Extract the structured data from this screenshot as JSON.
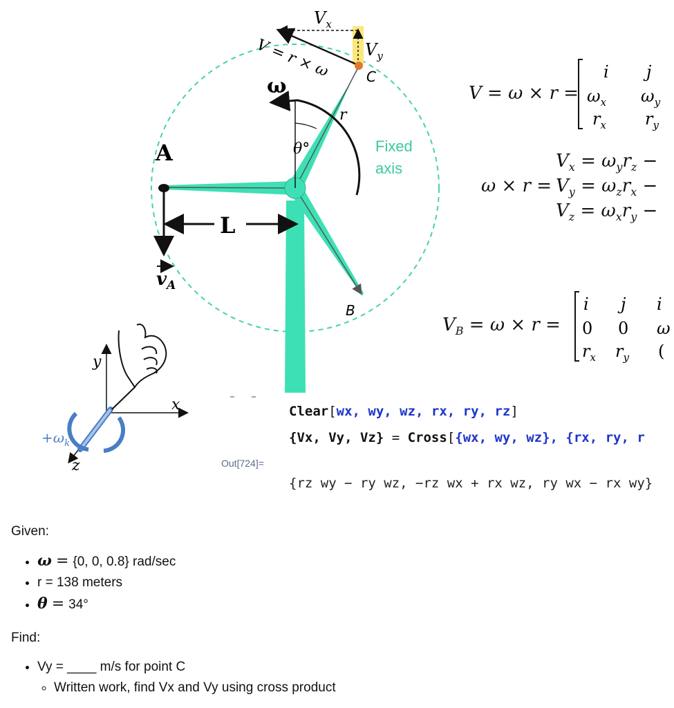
{
  "diagram": {
    "labels": {
      "vx": "Vx",
      "vy": "Vy",
      "v_eq": "V = r × ω",
      "c": "C",
      "omega": "ω",
      "r": "r",
      "theta": "θ°",
      "fixed_axis": "Fixed axis",
      "a": "A",
      "l": "L",
      "va": "v⃗A",
      "b": "B",
      "y": "y",
      "x": "x",
      "z": "z",
      "omega_k": "+ωk"
    },
    "colors": {
      "turbine": "#3de0b4",
      "circle": "#47d1ab",
      "fixed_axis_text": "#3cc9a0",
      "point_c": "#e07a30",
      "highlight": "#fbe77a",
      "axis_arrow": "#4a7dc4"
    }
  },
  "equations": {
    "v_cross": "V = ω × r =",
    "m1": [
      "i",
      "j",
      "ωx",
      "ωy",
      "rx",
      "ry"
    ],
    "vx_line": "Vx = ωy rz −",
    "cross_lhs": "ω × r =",
    "vy_line": "Vy = ωz rx −",
    "vz_line": "Vz = ωx ry −",
    "vb_cross": "VB = ω × r =",
    "m2": [
      "i",
      "j",
      "i",
      "0",
      "0",
      "ω",
      "rx",
      "ry",
      "("
    ]
  },
  "code": {
    "line1_fn": "Clear",
    "line1_args": "wx, wy, wz, rx, ry, rz",
    "line2_lhs": "{Vx, Vy, Vz}",
    "line2_fn": "Cross",
    "line2_args": "{wx, wy, wz}, {rx, ry, r",
    "out_label": "Out[724]=",
    "result": "{rz wy − ry wz, −rz wx + rx wz, ry wx − rx wy}"
  },
  "given": {
    "heading": "Given:",
    "items": [
      {
        "sym": "ω",
        "value": "{0, 0, 0.8} rad/sec"
      },
      {
        "text": "r = 138 meters"
      },
      {
        "sym": "θ",
        "value": "34°"
      }
    ]
  },
  "find": {
    "heading": "Find:",
    "item": "Vy = ____ m/s for point C",
    "subitem": "Written work, find Vx and Vy using cross product"
  }
}
